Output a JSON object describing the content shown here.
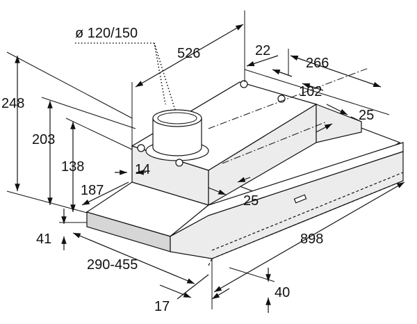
{
  "dimensions": {
    "duct_diameter": "ø 120/150",
    "depth_total": "526",
    "offset_22": "22",
    "width_266": "266",
    "offset_102": "102",
    "offset_25_right": "25",
    "height_248": "248",
    "height_203": "203",
    "height_138": "138",
    "offset_14": "14",
    "depth_187": "187",
    "offset_25_front": "25",
    "height_41": "41",
    "extension_290_455": "290-455",
    "width_898": "898",
    "height_40": "40",
    "offset_17": "17"
  }
}
